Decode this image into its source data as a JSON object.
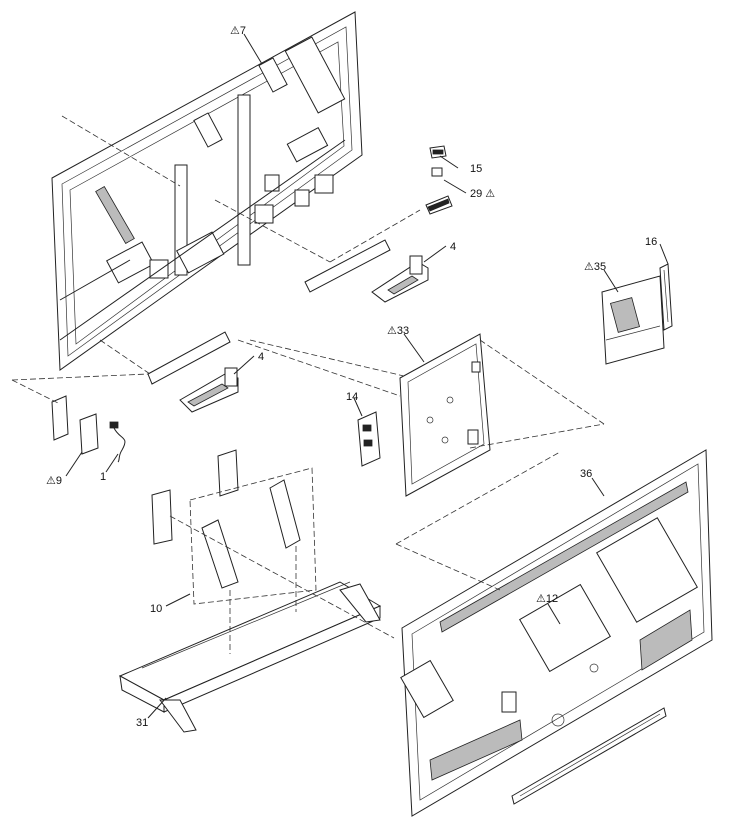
{
  "diagram": {
    "warning_symbol": "⚠",
    "labels": [
      {
        "id": "p7",
        "text": "7",
        "warn": true
      },
      {
        "id": "p15",
        "text": "15",
        "warn": false
      },
      {
        "id": "p29",
        "text": "29",
        "warn": true
      },
      {
        "id": "p4a",
        "text": "4",
        "warn": false
      },
      {
        "id": "p16",
        "text": "16",
        "warn": false
      },
      {
        "id": "p35",
        "text": "35",
        "warn": true
      },
      {
        "id": "p33",
        "text": "33",
        "warn": true
      },
      {
        "id": "p4b",
        "text": "4",
        "warn": false
      },
      {
        "id": "p14",
        "text": "14",
        "warn": false
      },
      {
        "id": "p9",
        "text": "9",
        "warn": true
      },
      {
        "id": "p1",
        "text": "1",
        "warn": false
      },
      {
        "id": "p36",
        "text": "36",
        "warn": false
      },
      {
        "id": "p10",
        "text": "10",
        "warn": false
      },
      {
        "id": "p12",
        "text": "12",
        "warn": true
      },
      {
        "id": "p31",
        "text": "31",
        "warn": false
      }
    ]
  }
}
